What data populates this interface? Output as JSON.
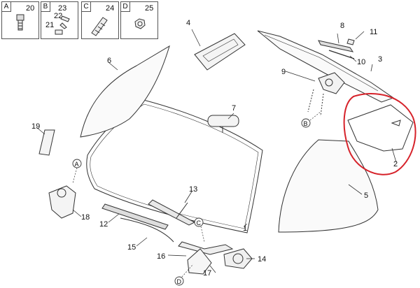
{
  "legend": {
    "boxes": [
      {
        "letter": "A",
        "parts": [
          "20"
        ]
      },
      {
        "letter": "B",
        "parts": [
          "23",
          "22",
          "21"
        ]
      },
      {
        "letter": "C",
        "parts": [
          "24"
        ]
      },
      {
        "letter": "D",
        "parts": [
          "25"
        ]
      }
    ]
  },
  "callouts": {
    "p1": "1",
    "p2": "2",
    "p3": "3",
    "p4": "4",
    "p5": "5",
    "p6": "6",
    "p7": "7",
    "p8": "8",
    "p9": "9",
    "p10": "10",
    "p11": "11",
    "p12": "12",
    "p13": "13",
    "p14": "14",
    "p15": "15",
    "p16": "16",
    "p17": "17",
    "p18": "18",
    "p19": "19"
  },
  "refs": {
    "a": "A",
    "b": "B",
    "c": "C",
    "d": "D"
  },
  "colors": {
    "line": "#333333",
    "highlight": "#d6222a",
    "fill": "#f4f4f4"
  }
}
